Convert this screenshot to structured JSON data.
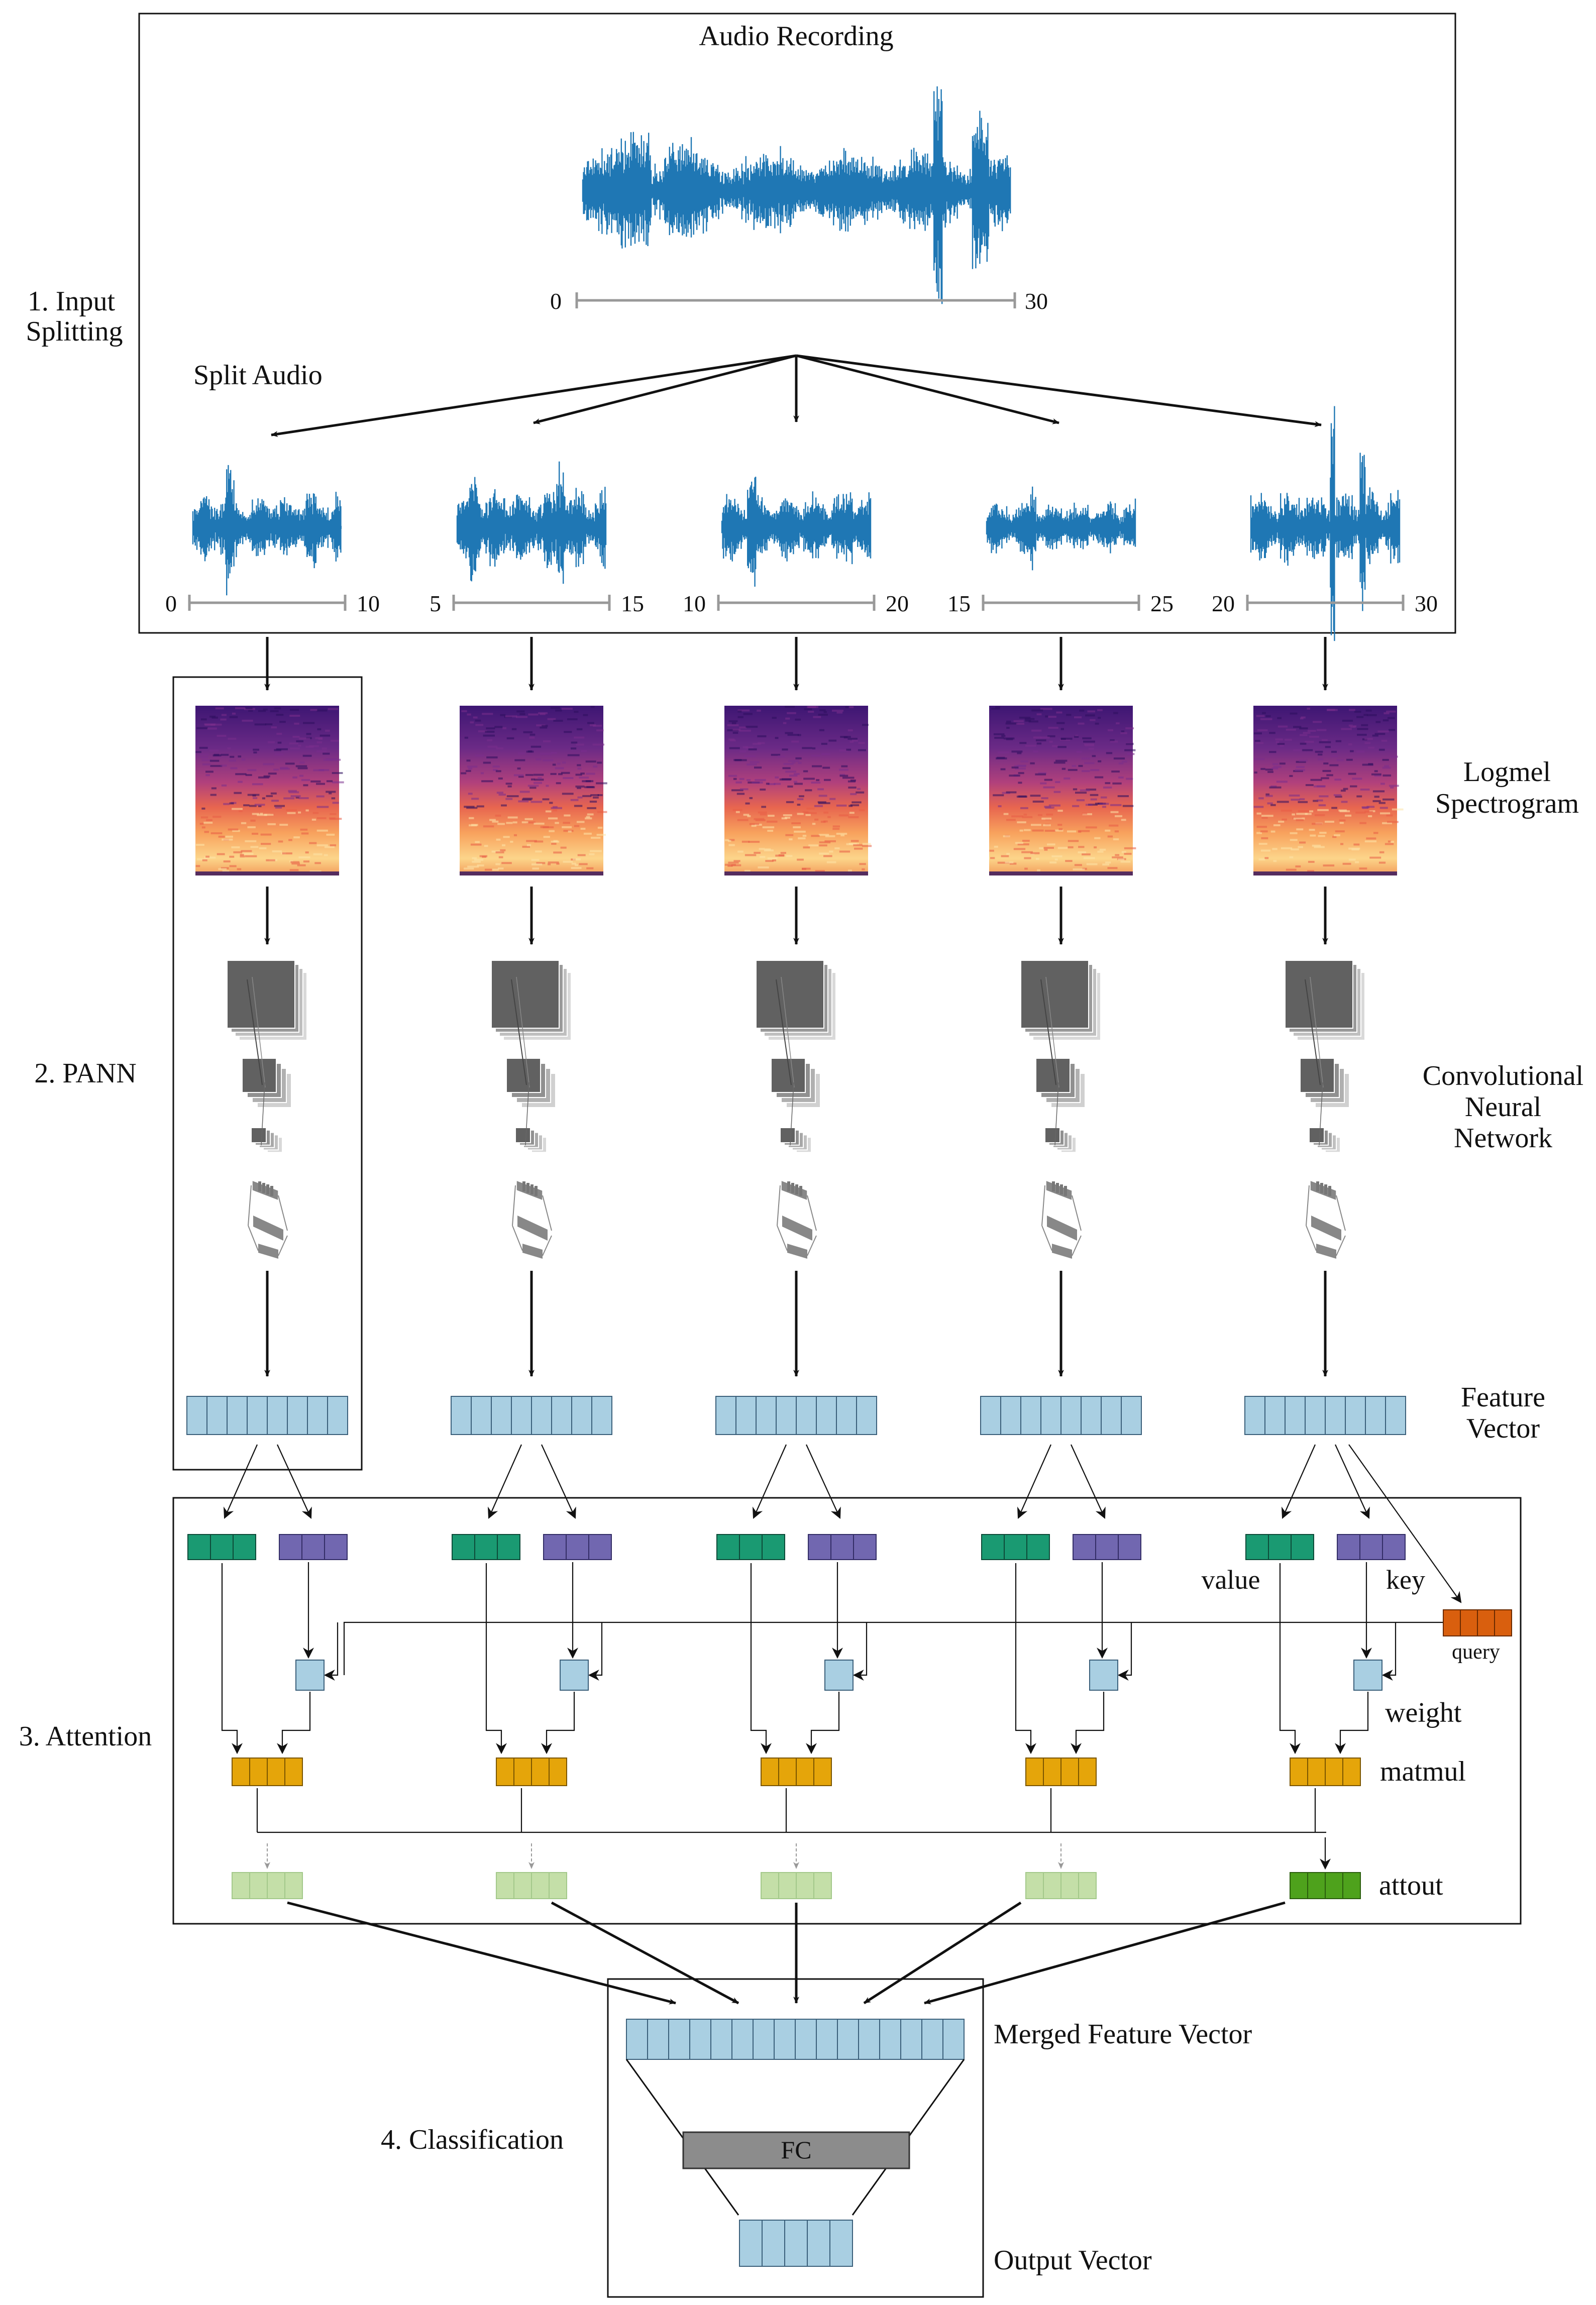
{
  "figure": {
    "title": "Audio Recording",
    "split_label": "Split Audio",
    "full_axis": {
      "start": "0",
      "end": "30"
    },
    "segments": [
      {
        "start": "0",
        "end": "10"
      },
      {
        "start": "5",
        "end": "15"
      },
      {
        "start": "10",
        "end": "20"
      },
      {
        "start": "15",
        "end": "25"
      },
      {
        "start": "20",
        "end": "30"
      }
    ],
    "stages": {
      "input_splitting": "1. Input\nSplitting",
      "pann": "2. PANN",
      "attention": "3. Attention",
      "classification": "4. Classification"
    },
    "labels": {
      "logmel": "Logmel\nSpectrogram",
      "cnn": "Convolutional\nNeural\nNetwork",
      "feature_vector": "Feature\nVector",
      "value": "value",
      "key": "key",
      "query": "query",
      "weight": "weight",
      "matmul": "matmul",
      "attout": "attout",
      "merged": "Merged Feature Vector",
      "fc": "FC",
      "output": "Output Vector"
    },
    "colors": {
      "waveform": "#1f77b4",
      "feature": "#a9cfe2",
      "value": "#1a9a72",
      "key": "#7167b0",
      "query": "#d95f0e",
      "matmul": "#e5a50a",
      "attout_faded": "#c4dfa8",
      "attout_active": "#4ea21c",
      "cnn": "#616161",
      "fc": "#8c8c8c"
    }
  }
}
